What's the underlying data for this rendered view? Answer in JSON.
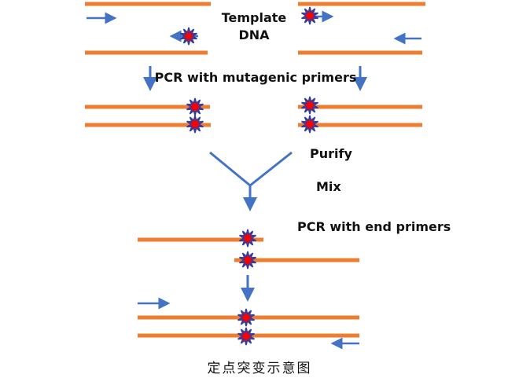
{
  "labels": {
    "template_line1": "Template",
    "template_line2": "DNA",
    "pcr_mutagenic": "PCR with mutagenic primers",
    "purify": "Purify",
    "mix": "Mix",
    "pcr_end": "PCR with end primers"
  },
  "caption": "定点突变示意图",
  "colors": {
    "strand": "#ED7D31",
    "arrow": "#4472C4",
    "mutation_fill": "#FF0000",
    "mutation_outline": "#2F3E9E",
    "text": "#111111"
  }
}
